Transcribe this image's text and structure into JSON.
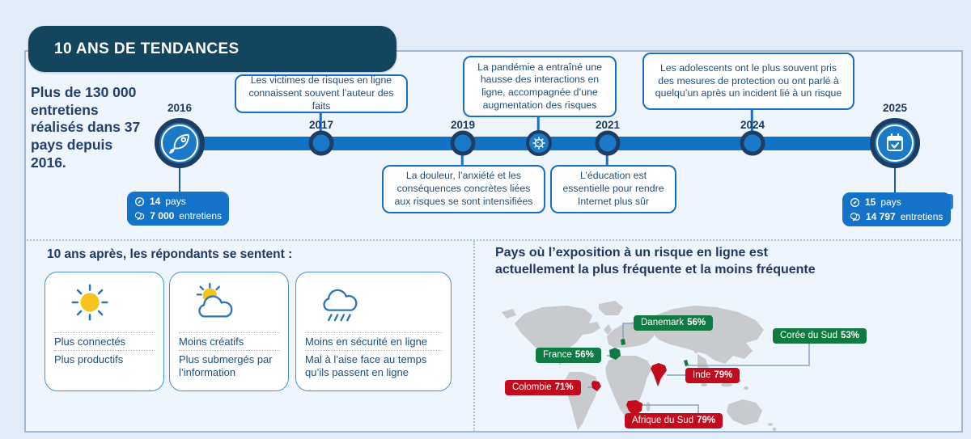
{
  "banner": {
    "title": "10 ANS DE TENDANCES"
  },
  "intro": {
    "text": "Plus de 130 000\nentretiens\nréalisés dans 37\npays depuis\n2016."
  },
  "timeline": {
    "years": {
      "y2016": "2016",
      "y2017": "2017",
      "y2019": "2019",
      "y2021": "2021",
      "y2024": "2024",
      "y2025": "2025"
    },
    "callouts": {
      "victims": "Les victimes de risques en ligne connaissent souvent l’auteur des faits",
      "pandemic": "La pandémie a entraîné une hausse des interactions en ligne, accompagnée d’une augmentation des risques",
      "adolescents": "Les adolescents ont le plus souvent pris des mesures de protection ou ont parlé à quelqu’un après un incident lié à un risque",
      "pain": "La douleur, l’anxiété et les conséquences concrètes liées aux risques se sont intensifiées",
      "education": "L’éducation est essentielle pour rendre Internet plus sûr"
    },
    "badge_start": {
      "countries": "14",
      "countries_label": "pays",
      "interviews": "7 000",
      "interviews_label": "entretiens"
    },
    "badge_end": {
      "countries": "15",
      "countries_label": "pays",
      "interviews": "14 797",
      "interviews_label": "entretiens"
    }
  },
  "feelings": {
    "title": "10 ans après, les répondants se sentent :",
    "cards": [
      {
        "icon": "sun-icon",
        "lines": [
          "Plus connectés",
          "Plus productifs"
        ]
      },
      {
        "icon": "sun-behind-cloud-icon",
        "lines": [
          "Moins créatifs",
          "Plus submergés par l’information"
        ]
      },
      {
        "icon": "rain-cloud-icon",
        "lines": [
          "Moins en sécurité en ligne",
          "Mal à l’aise face au temps qu’ils passent en ligne"
        ]
      }
    ]
  },
  "exposure_map": {
    "title": "Pays où l’exposition à un risque en ligne est\nactuellement la plus fréquente et la moins fréquente",
    "colors": {
      "most_frequent": "#c30b1e",
      "least_frequent": "#0f7b40"
    },
    "labels": [
      {
        "country": "Danemark",
        "value": "56%",
        "type": "least_frequent"
      },
      {
        "country": "Corée du Sud",
        "value": "53%",
        "type": "least_frequent"
      },
      {
        "country": "France",
        "value": "56%",
        "type": "least_frequent"
      },
      {
        "country": "Inde",
        "value": "79%",
        "type": "most_frequent"
      },
      {
        "country": "Colombie",
        "value": "71%",
        "type": "most_frequent"
      },
      {
        "country": "Afrique du Sud",
        "value": "79%",
        "type": "most_frequent"
      }
    ]
  }
}
